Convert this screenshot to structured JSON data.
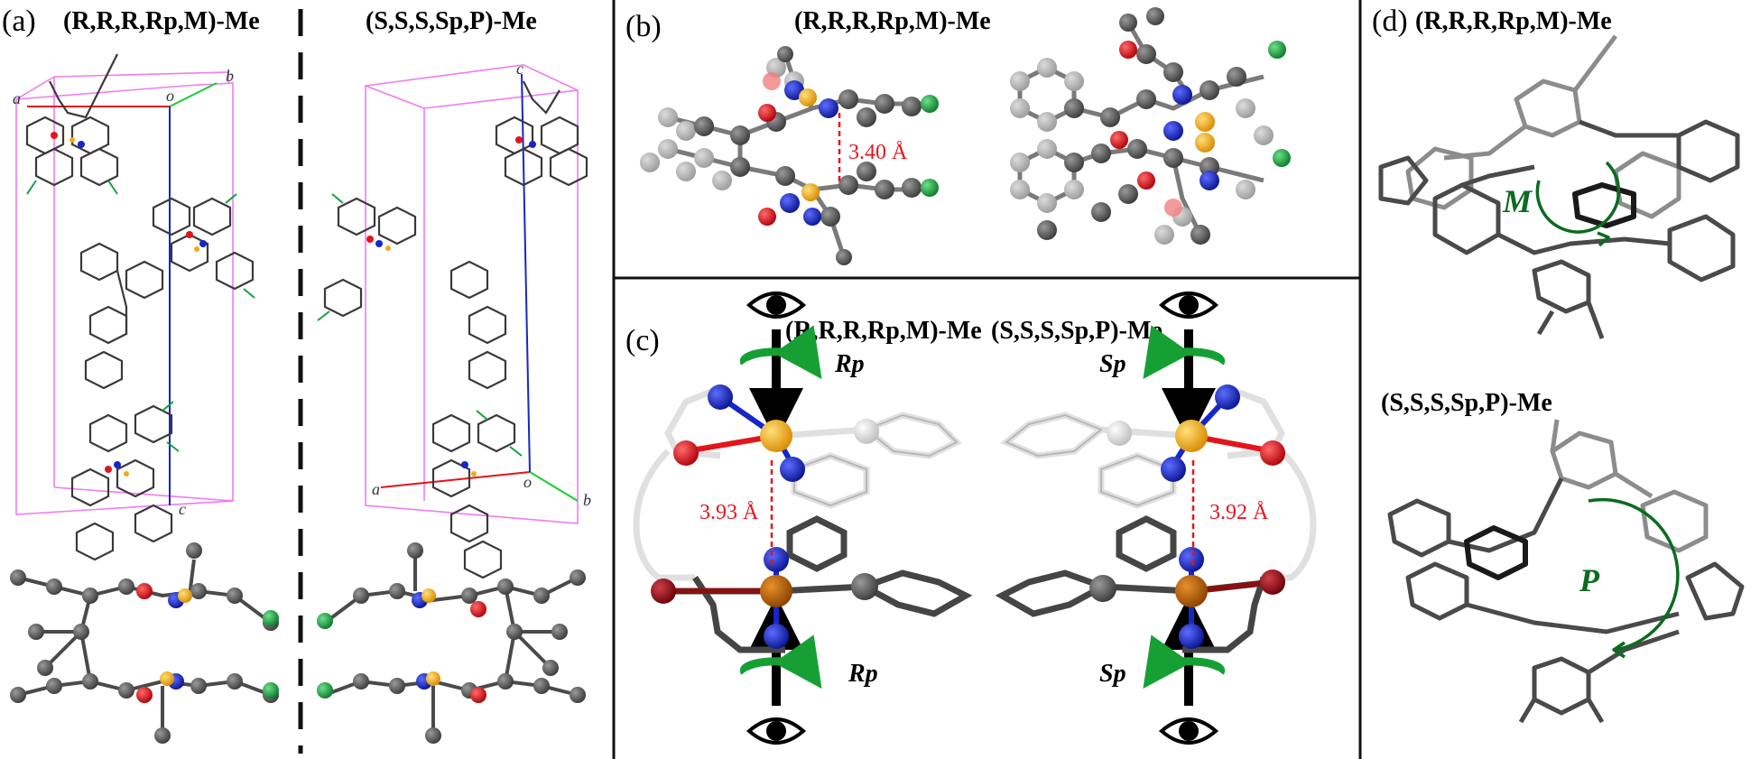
{
  "panels": {
    "a": {
      "label": "(a)",
      "title_left": "(R,R,R,Rp,M)-Me",
      "title_right": "(S,S,S,Sp,P)-Me",
      "axes_left": {
        "a": "a",
        "b": "b",
        "c": "c",
        "o": "o"
      },
      "axes_right": {
        "a": "a",
        "b": "b",
        "c": "c",
        "o": "o"
      }
    },
    "b": {
      "label": "(b)",
      "title": "(R,R,R,Rp,M)-Me",
      "distance": "3.40 Å"
    },
    "c": {
      "label": "(c)",
      "title_left": "(R,R,R,Rp,M)-Me",
      "title_right": "(S,S,S,Sp,P)-Me",
      "distance_left": "3.93 Å",
      "distance_right": "3.92 Å",
      "rot_top_left": "Rp",
      "rot_bottom_left": "Rp",
      "rot_top_right": "Sp",
      "rot_bottom_right": "Sp"
    },
    "d": {
      "label": "(d)",
      "title_top": "(R,R,R,Rp,M)-Me",
      "title_bottom": "(S,S,S,Sp,P)-Me",
      "helix_top": "M",
      "helix_bottom": "P"
    }
  },
  "colors": {
    "carbon": "#5a5a5a",
    "nitrogen": "#1726c8",
    "oxygen": "#e3141b",
    "gold": "#f5a915",
    "chlorine": "#12a33c",
    "cell_box": "#f07cf0",
    "arrow_green": "#16a034",
    "distance_red": "#e8141c"
  }
}
